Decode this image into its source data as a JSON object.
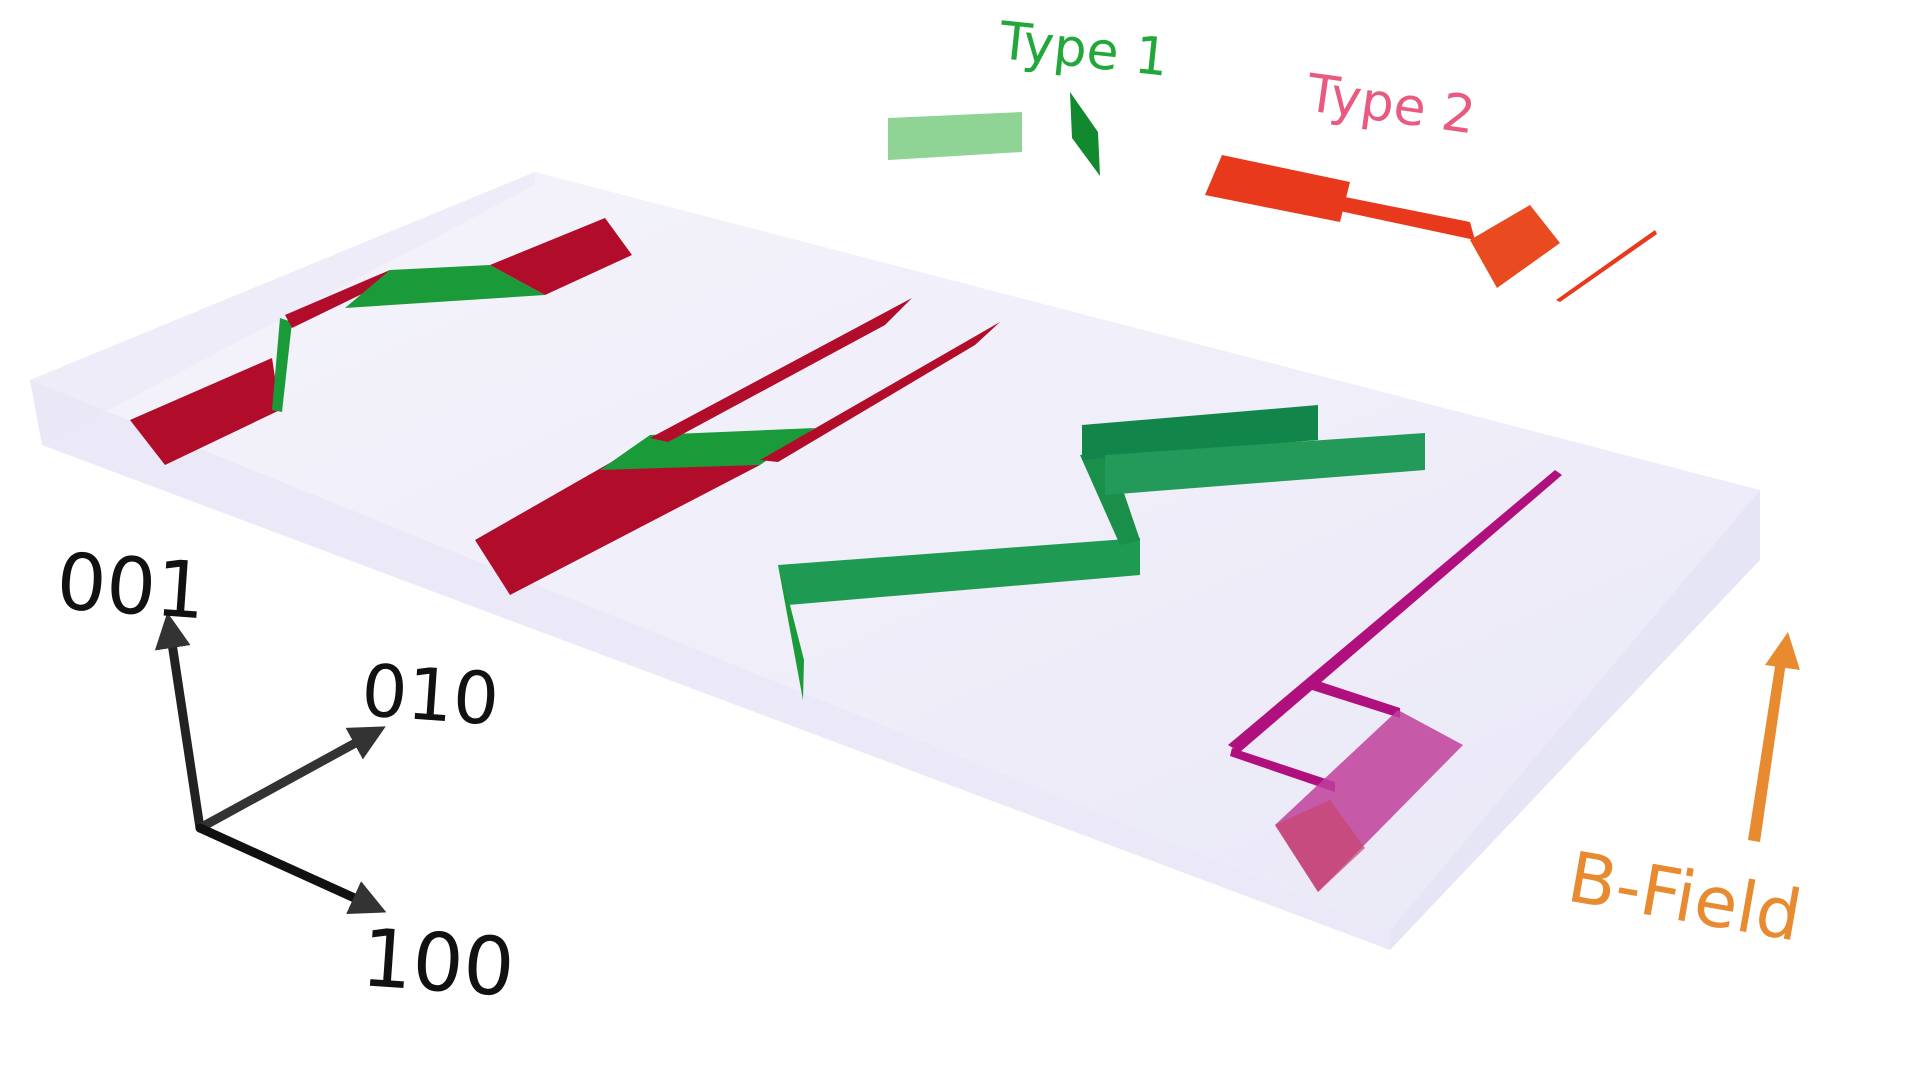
{
  "legend": {
    "type1_label": "Type 1",
    "type2_label": "Type 2"
  },
  "axes": {
    "z_label": "001",
    "y_label": "010",
    "x_label": "100"
  },
  "field": {
    "label": "B-Field"
  },
  "colors": {
    "type1": "#1a9a3e",
    "type1_light": "#8fd494",
    "type2": "#e8391d",
    "type1_label": "#22a83a",
    "type2_label": "#e85a80",
    "red_ribbon": "#b10c2a",
    "magenta": "#b0107e",
    "magenta_panel": "#c0409a",
    "field": "#e88a30",
    "axes": "#111111",
    "slab": "#ecebf7"
  }
}
